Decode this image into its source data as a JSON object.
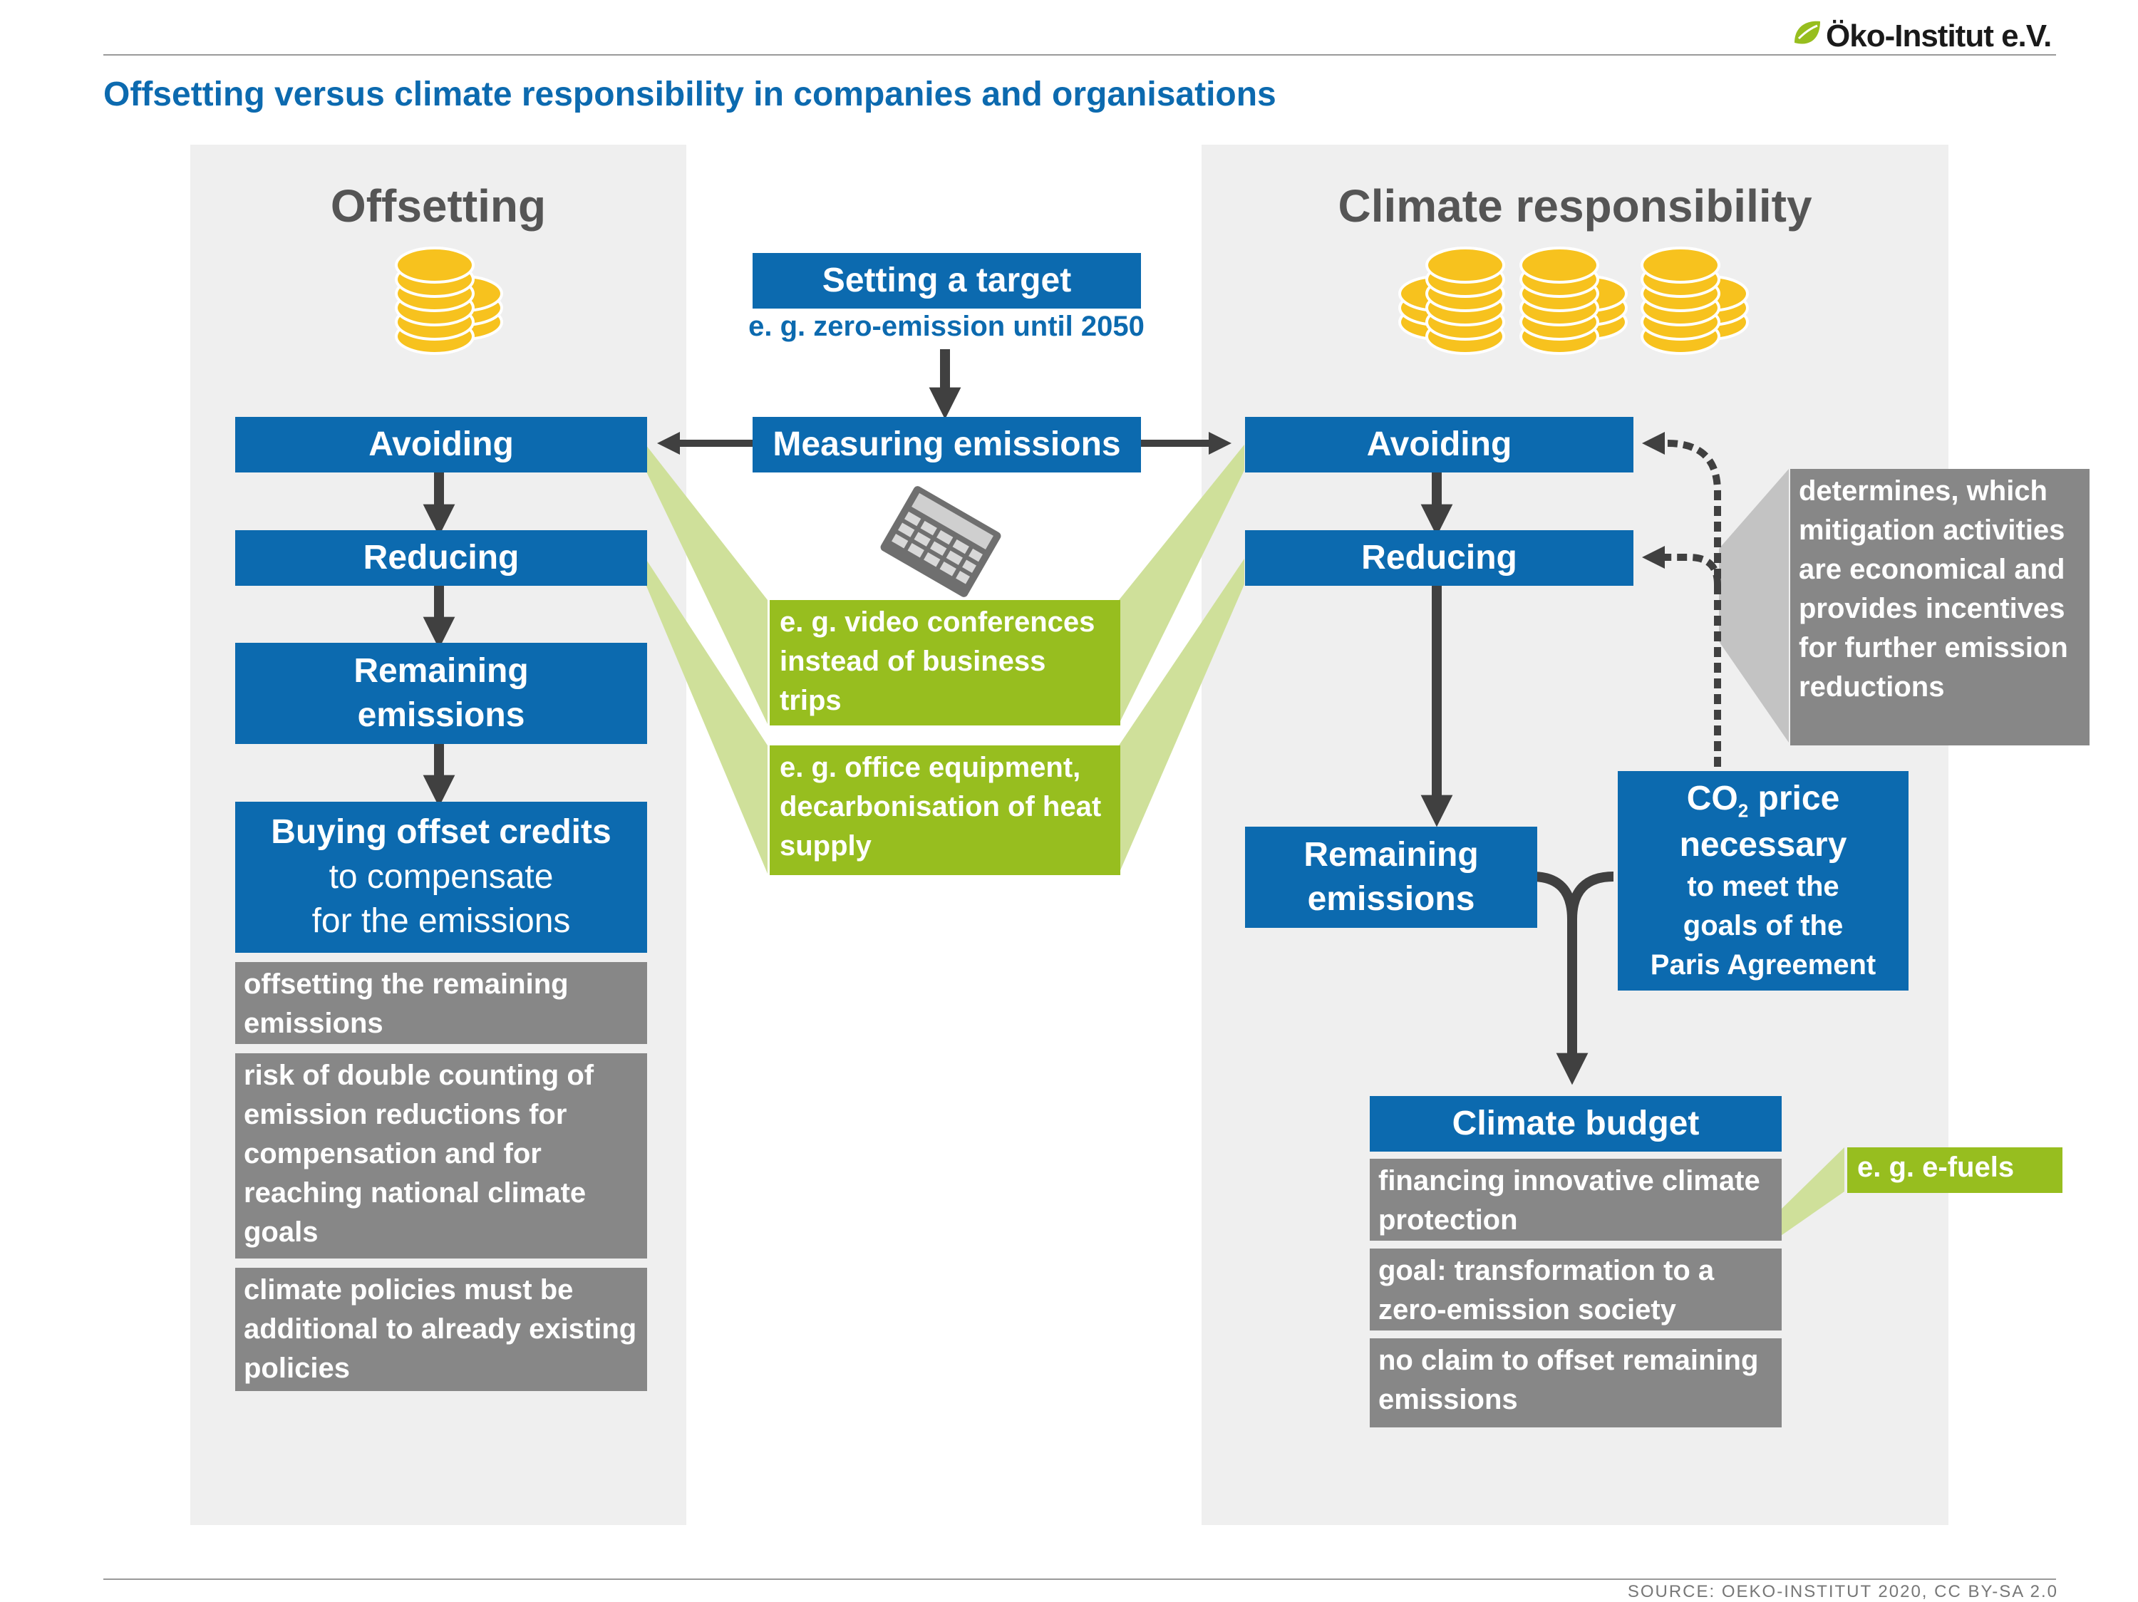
{
  "logo": {
    "text": "Öko-Institut e.V."
  },
  "title": "Offsetting versus climate responsibility in companies and organisations",
  "source": "SOURCE: OEKO-INSTITUT 2020, CC BY-SA 2.0",
  "colors": {
    "blue": "#0c6aaf",
    "green": "#97be1f",
    "light_green": "#cfe09a",
    "grey": "#878787",
    "panel": "#efefef",
    "arrow": "#404040",
    "coin": "#f7c21e"
  },
  "offsetting": {
    "heading": "Offsetting",
    "avoiding": "Avoiding",
    "reducing": "Reducing",
    "remaining": "Remaining emissions",
    "buying_title": "Buying offset credits",
    "buying_sub1": "to compensate",
    "buying_sub2": "for the emissions",
    "notes": [
      "offsetting the remaining emissions",
      "risk of double counting of emission reductions for compensation and for reaching national climate goals",
      "climate policies must be additional to already existing policies"
    ]
  },
  "center": {
    "target_title": "Setting a target",
    "target_sub": "e. g. zero-emission until 2050",
    "measuring": "Measuring emissions",
    "example_avoid": "e. g. video conferences instead of business trips",
    "example_reduce": "e. g. office equipment, decarbonisation of heat supply"
  },
  "responsibility": {
    "heading": "Climate responsibility",
    "avoiding": "Avoiding",
    "reducing": "Reducing",
    "remaining": "Remaining emissions",
    "co2_prefix": "CO",
    "co2_sub": "2",
    "co2_suffix": " price",
    "co2_line2": "necessary",
    "co2_detail": "to meet the goals of the Paris Agreement",
    "determines": "determines, which mitigation activities are economical and provides incentives for further emission reductions",
    "budget_title": "Climate budget",
    "budget_notes": [
      "financing innovative climate protection",
      "goal: transformation to a zero-emission society",
      "no claim to offset remaining emissions"
    ],
    "efuels": "e. g. e-fuels"
  }
}
